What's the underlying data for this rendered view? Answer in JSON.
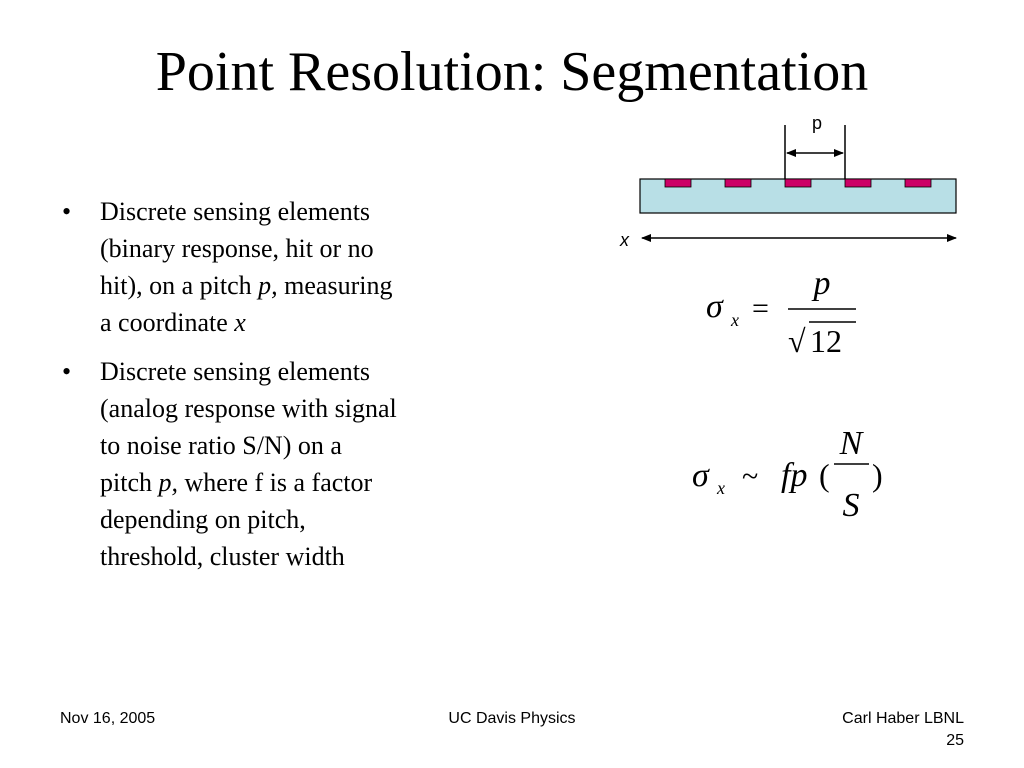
{
  "slide": {
    "title": "Point Resolution: Segmentation",
    "bullet_marker": "•",
    "bullets": [
      {
        "lines": [
          [
            "Discrete sensing elements"
          ],
          [
            "(binary response, hit or no"
          ],
          [
            "hit), on a pitch ",
            "p,",
            " measuring"
          ],
          [
            "a coordinate ",
            "x"
          ]
        ]
      },
      {
        "lines": [
          [
            "Discrete sensing elements"
          ],
          [
            "(analog response with signal"
          ],
          [
            "to noise ratio S/N) on a"
          ],
          [
            "pitch ",
            "p,",
            " where f is a factor"
          ],
          [
            "depending on pitch,"
          ],
          [
            "threshold, cluster width"
          ]
        ]
      }
    ]
  },
  "diagram": {
    "pitch_label": "p",
    "axis_label": "x",
    "strip_count": 5,
    "colors": {
      "substrate": "#b8dfe6",
      "strip": "#cc0066",
      "outline": "#000000"
    }
  },
  "equations": {
    "eq1": {
      "sigma": "σ",
      "subscript": "x",
      "equals": "=",
      "numerator": "p",
      "radical": "√",
      "denominator": "12"
    },
    "eq2": {
      "sigma": "σ",
      "subscript": "x",
      "tilde": "~",
      "factor": "fp",
      "open_paren": "(",
      "numerator": "N",
      "denominator": "S",
      "close_paren": ")"
    }
  },
  "footer": {
    "date": "Nov 16, 2005",
    "center": "UC Davis Physics",
    "author": "Carl Haber LBNL",
    "page_number": "25"
  }
}
